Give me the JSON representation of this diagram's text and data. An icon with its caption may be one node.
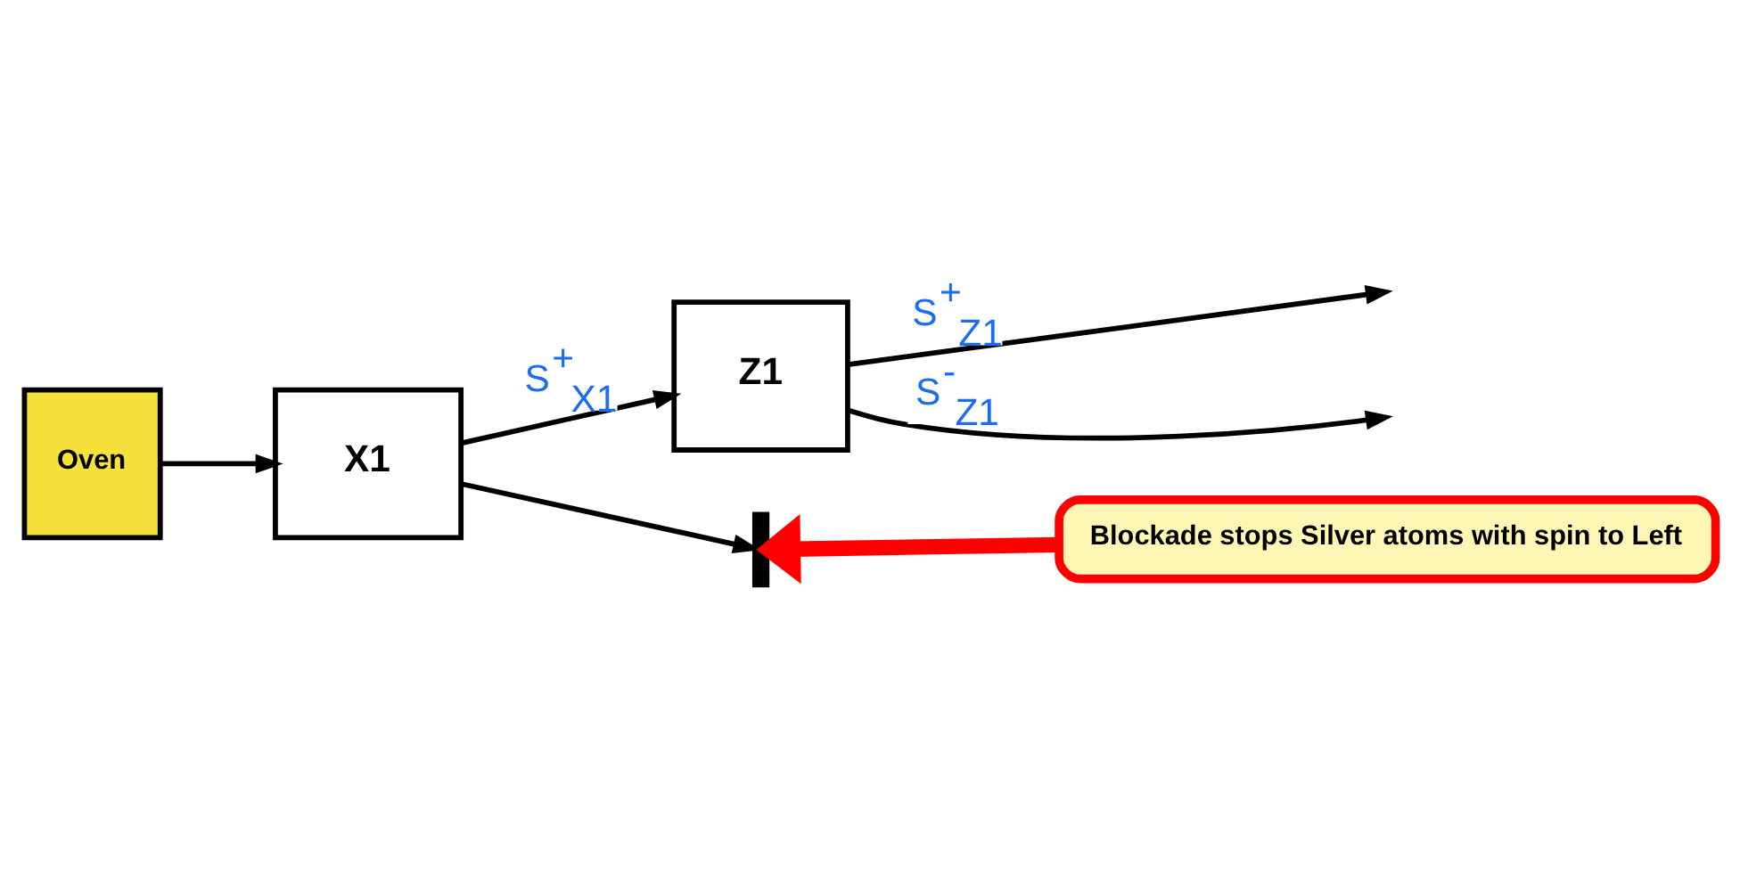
{
  "diagram": {
    "nodes": [
      {
        "text": [
          "Oven"
        ]
      },
      {
        "text": [
          "X1"
        ]
      },
      {
        "text": [
          "Z1"
        ]
      },
      {
        "text": [],
        "shape": "bar"
      },
      {
        "text": [
          "Blockade stops Silver atoms with spin to Left"
        ]
      }
    ],
    "edges": [
      {
        "from": 0,
        "to": 1,
        "arrow": "to"
      },
      {
        "from": 1,
        "to": 2,
        "arrow": "to",
        "label": "S$^{+}$$_{X1}$"
      },
      {
        "from": 1,
        "to": 3,
        "arrow": "to"
      },
      {
        "from": 2,
        "to": null,
        "arrow": "to",
        "label": "S$^{+}$$_{Z1}$"
      },
      {
        "from": 2,
        "to": null,
        "arrow": "to",
        "label": "S$^{-}$$_{Z1}$"
      },
      {
        "from": 4,
        "to": 3,
        "arrow": "to",
        "style": "thick",
        "color": "#ff0000"
      }
    ]
  }
}
